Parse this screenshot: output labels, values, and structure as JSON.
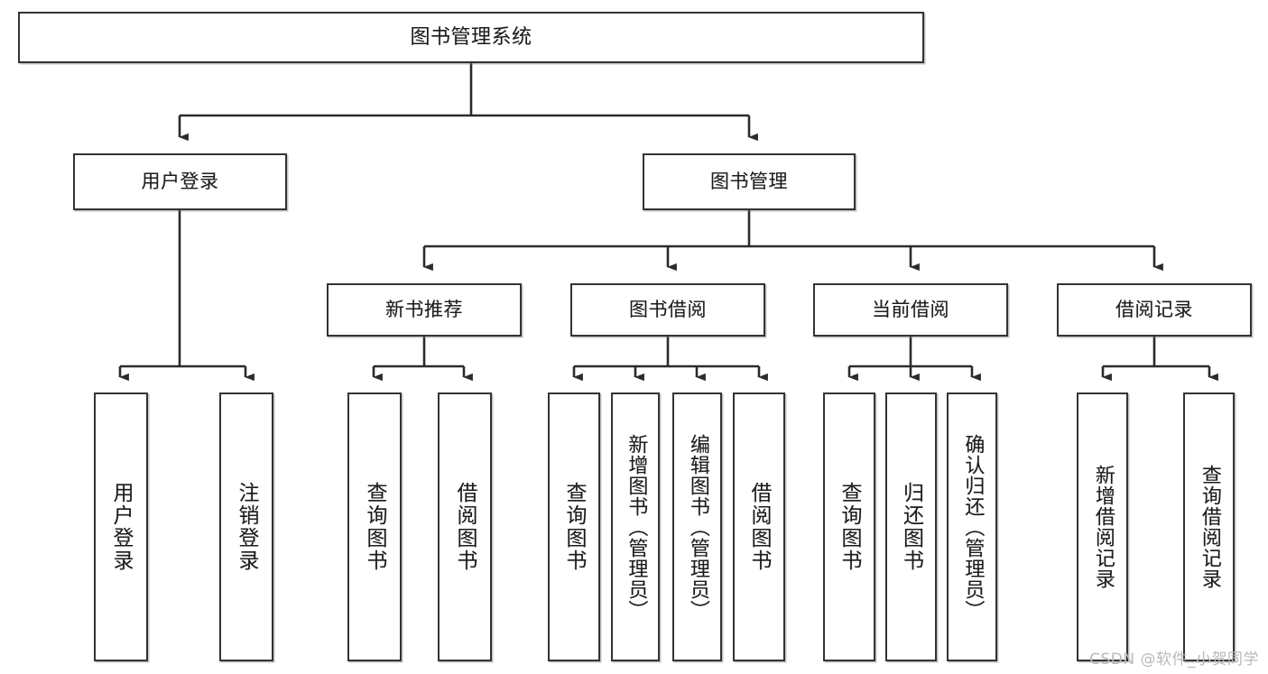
{
  "diagram": {
    "title": "图书管理系统",
    "type": "tree-hierarchy-chart",
    "watermark": "CSDN @软件_小贺同学",
    "colors": {
      "border": "#333333",
      "background": "#ffffff",
      "text": "#1c1c1c",
      "connector": "#2b2b2b",
      "watermark": "#b9b9b9"
    }
  },
  "root": {
    "label": "图书管理系统"
  },
  "level2": [
    {
      "label": "用户登录"
    },
    {
      "label": "图书管理"
    }
  ],
  "level3": [
    {
      "label": "新书推荐"
    },
    {
      "label": "图书借阅"
    },
    {
      "label": "当前借阅"
    },
    {
      "label": "借阅记录"
    }
  ],
  "leaves": {
    "user_login": [
      {
        "label": "用户登录"
      },
      {
        "label": "注销登录"
      }
    ],
    "new_book_recommend": [
      {
        "label": "查询图书"
      },
      {
        "label": "借阅图书"
      }
    ],
    "book_borrow": [
      {
        "label": "查询图书"
      },
      {
        "label": "新增图书（管理员）"
      },
      {
        "label": "编辑图书（管理员）"
      },
      {
        "label": "借阅图书"
      }
    ],
    "current_borrow": [
      {
        "label": "查询图书"
      },
      {
        "label": "归还图书"
      },
      {
        "label": "确认归还（管理员）"
      }
    ],
    "borrow_record": [
      {
        "label": "新增借阅记录"
      },
      {
        "label": "查询借阅记录"
      }
    ]
  },
  "chart_data": {
    "type": "table",
    "title": "图书管理系统 功能结构图",
    "nodes": [
      {
        "id": "root",
        "label": "图书管理系统",
        "level": 0,
        "parent": null
      },
      {
        "id": "user-login",
        "label": "用户登录",
        "level": 1,
        "parent": "root"
      },
      {
        "id": "book-manage",
        "label": "图书管理",
        "level": 1,
        "parent": "root"
      },
      {
        "id": "new-book",
        "label": "新书推荐",
        "level": 2,
        "parent": "book-manage"
      },
      {
        "id": "book-borrow",
        "label": "图书借阅",
        "level": 2,
        "parent": "book-manage"
      },
      {
        "id": "current-borrow",
        "label": "当前借阅",
        "level": 2,
        "parent": "book-manage"
      },
      {
        "id": "borrow-record",
        "label": "借阅记录",
        "level": 2,
        "parent": "book-manage"
      },
      {
        "id": "l1",
        "label": "用户登录",
        "level": 2,
        "parent": "user-login"
      },
      {
        "id": "l2",
        "label": "注销登录",
        "level": 2,
        "parent": "user-login"
      },
      {
        "id": "l3",
        "label": "查询图书",
        "level": 3,
        "parent": "new-book"
      },
      {
        "id": "l4",
        "label": "借阅图书",
        "level": 3,
        "parent": "new-book"
      },
      {
        "id": "l5",
        "label": "查询图书",
        "level": 3,
        "parent": "book-borrow"
      },
      {
        "id": "l6",
        "label": "新增图书（管理员）",
        "level": 3,
        "parent": "book-borrow"
      },
      {
        "id": "l7",
        "label": "编辑图书（管理员）",
        "level": 3,
        "parent": "book-borrow"
      },
      {
        "id": "l8",
        "label": "借阅图书",
        "level": 3,
        "parent": "book-borrow"
      },
      {
        "id": "l9",
        "label": "查询图书",
        "level": 3,
        "parent": "current-borrow"
      },
      {
        "id": "l10",
        "label": "归还图书",
        "level": 3,
        "parent": "current-borrow"
      },
      {
        "id": "l11",
        "label": "确认归还（管理员）",
        "level": 3,
        "parent": "current-borrow"
      },
      {
        "id": "l12",
        "label": "新增借阅记录",
        "level": 3,
        "parent": "borrow-record"
      },
      {
        "id": "l13",
        "label": "查询借阅记录",
        "level": 3,
        "parent": "borrow-record"
      }
    ],
    "total_nodes": 20,
    "depth": 4
  }
}
